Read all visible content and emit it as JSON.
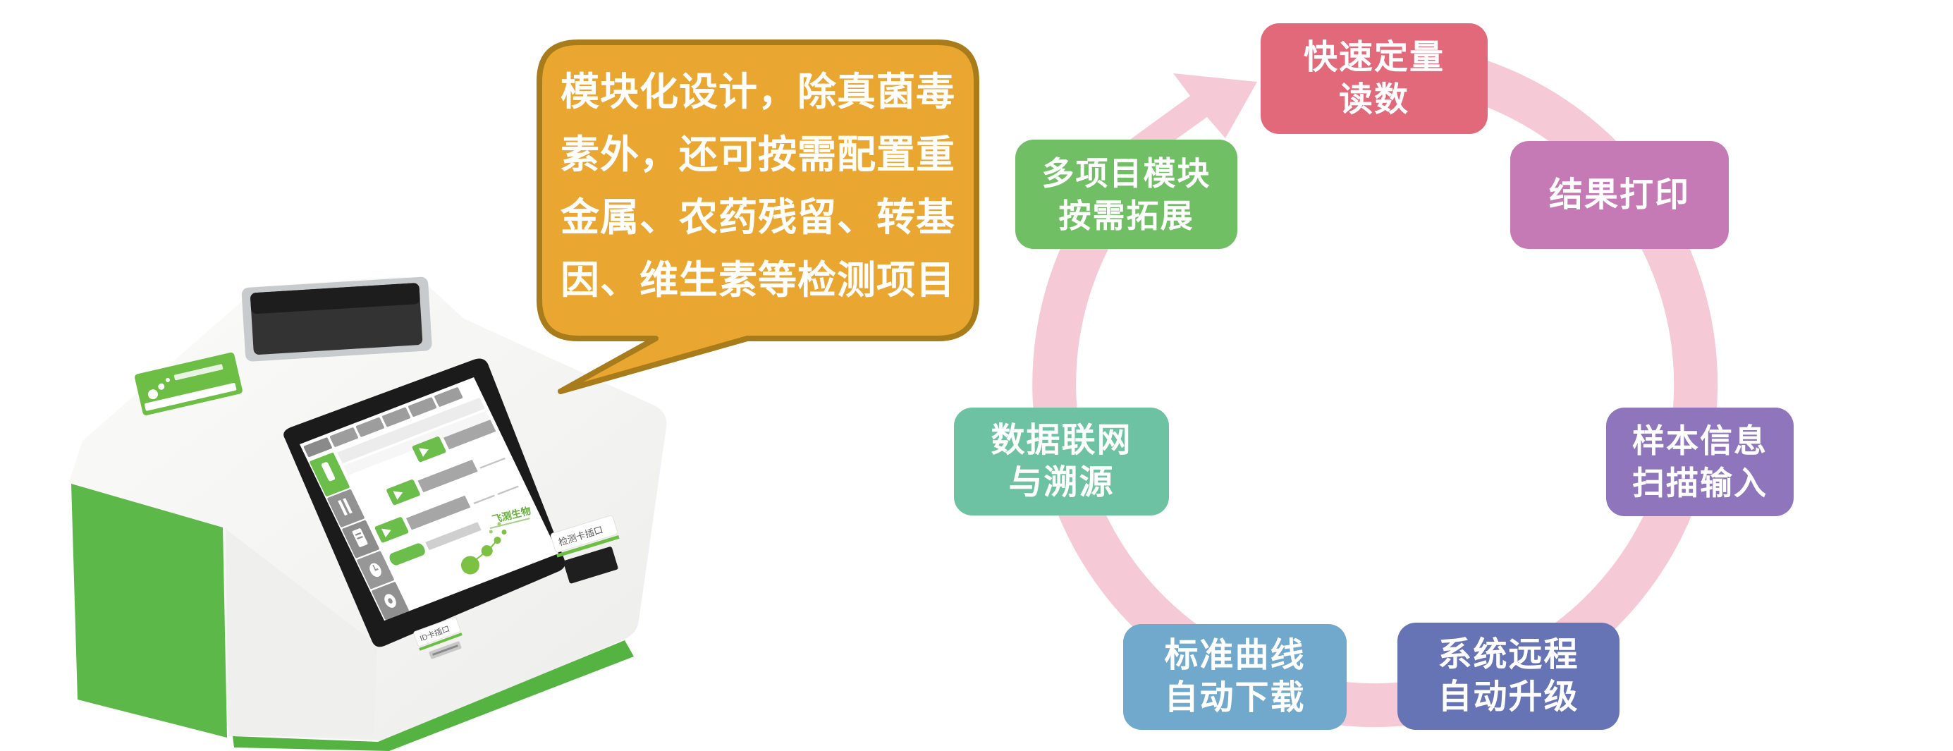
{
  "callout": {
    "lines": [
      "模块化设计，除真菌毒",
      "素外，还可按需配置重",
      "金属、农药残留、转基",
      "因、维生素等检测项目"
    ],
    "full_text": "模块化设计，除真菌毒素外，还可按需配置重金属、农药残留、转基因、维生素等检测项目",
    "fill": "#E9A630",
    "border_color": "#A97C1B",
    "text_color": "#FFFFFF"
  },
  "device": {
    "kind": "food-safety-analyzer-product-photo",
    "labels": {
      "test_card_slot": "检测卡插口",
      "id_card_slot": "ID卡插口",
      "brand": "飞测生物"
    },
    "colors": {
      "body_white": "#F6F6F4",
      "side_green": "#5CB848",
      "base_green": "#55B342",
      "label_green": "#6CBE45",
      "screen_green": "#6CBE4B",
      "bezel_black": "#1B1B1B",
      "printer_dark": "#333333"
    }
  },
  "diagram": {
    "ring_color": "#F5CAD6",
    "nodes": [
      {
        "id": "fast-quantitative-reading",
        "line1": "快速定量",
        "line2": "读数",
        "color": "#E2697A"
      },
      {
        "id": "result-printing",
        "line1": "结果打印",
        "line2": "",
        "color": "#C67AB5"
      },
      {
        "id": "sample-info-scan-input",
        "line1": "样本信息",
        "line2": "扫描输入",
        "color": "#8F76BC"
      },
      {
        "id": "system-remote-auto-upgrade",
        "line1": "系统远程",
        "line2": "自动升级",
        "color": "#6673B5"
      },
      {
        "id": "standard-curve-auto-download",
        "line1": "标准曲线",
        "line2": "自动下载",
        "color": "#70A9CB"
      },
      {
        "id": "data-networking-traceability",
        "line1": "数据联网",
        "line2": "与溯源",
        "color": "#6DC2A3"
      },
      {
        "id": "multi-project-module-expansion",
        "line1": "多项目模块",
        "line2": "按需拓展",
        "color": "#70BF64"
      }
    ]
  }
}
